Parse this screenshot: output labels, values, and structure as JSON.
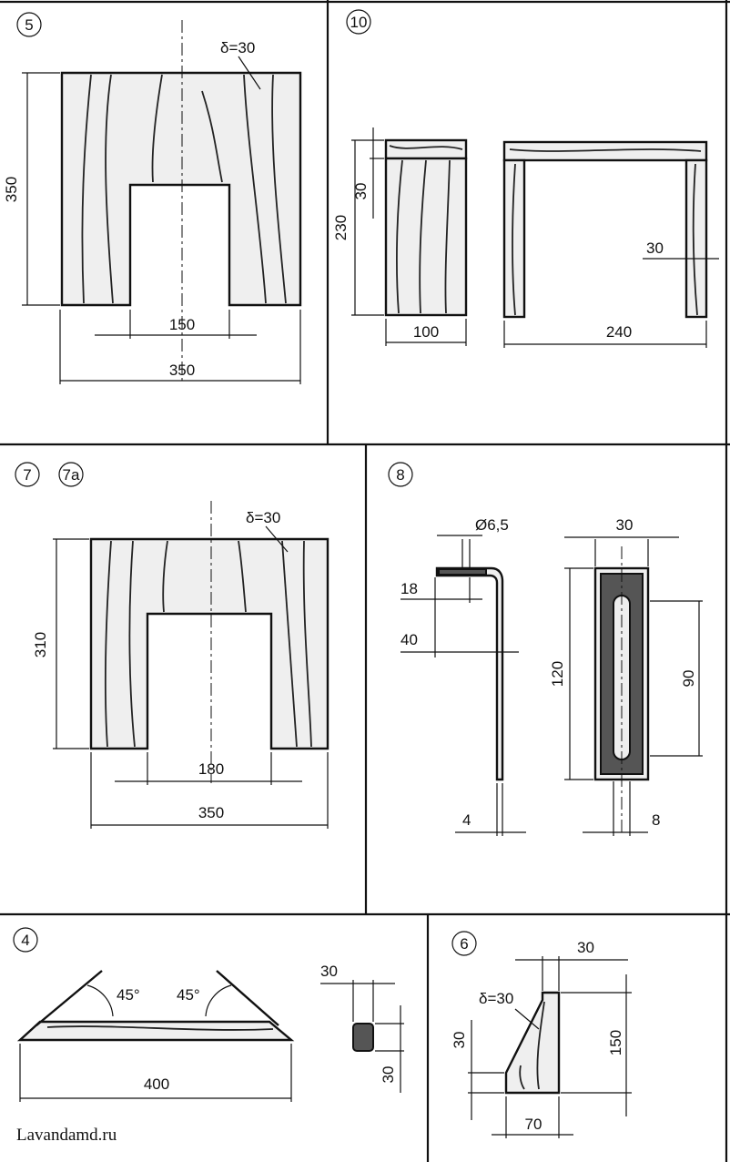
{
  "watermark": "Lavandamd.ru",
  "panel5": {
    "number": "5",
    "thickness": "δ=30",
    "height": "350",
    "notch_width": "150",
    "width": "350"
  },
  "panel10": {
    "number": "10",
    "height": "230",
    "top_thickness": "30",
    "depth": "100",
    "length": "240",
    "leg_thickness": "30"
  },
  "panel7": {
    "number": "7",
    "number_alt": "7a",
    "thickness": "δ=30",
    "height": "310",
    "notch_width": "180",
    "width": "350"
  },
  "panel8": {
    "number": "8",
    "hole": "Ø6,5",
    "top_len": "18",
    "bend": "40",
    "wire": "4",
    "plate_width": "30",
    "plate_height": "120",
    "slot_len": "90",
    "plate_thickness": "8"
  },
  "panel4": {
    "number": "4",
    "angle_left": "45°",
    "angle_right": "45°",
    "length": "400",
    "section_w": "30",
    "section_h": "30"
  },
  "panel6": {
    "number": "6",
    "thickness": "δ=30",
    "top_width": "30",
    "height": "150",
    "foot_height": "30",
    "base_width": "70"
  }
}
